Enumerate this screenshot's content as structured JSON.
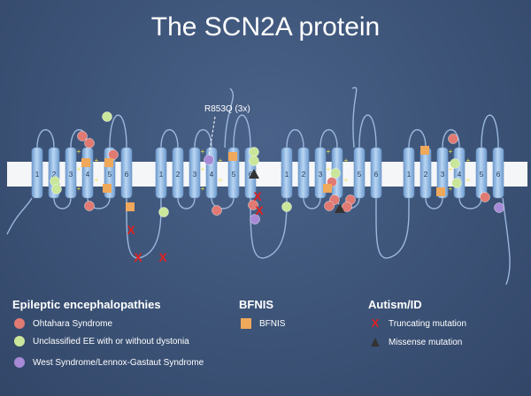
{
  "title": "The SCN2A protein",
  "annotation": {
    "label": "R853Q (3x)"
  },
  "domains": [
    {
      "segments": [
        "1",
        "2",
        "3",
        "4",
        "5",
        "6"
      ]
    },
    {
      "segments": [
        "1",
        "2",
        "3",
        "4",
        "5",
        "6"
      ]
    },
    {
      "segments": [
        "1",
        "2",
        "3",
        "4",
        "5",
        "6"
      ]
    },
    {
      "segments": [
        "1",
        "2",
        "3",
        "4",
        "5",
        "6"
      ]
    }
  ],
  "charge_symbol": "+",
  "truncation_symbol": "X",
  "legend": {
    "epileptic": {
      "heading": "Epileptic encephalopathies",
      "items": [
        {
          "label": "Ohtahara Syndrome",
          "color": "#e07a73"
        },
        {
          "label": "Unclassified EE with or without dystonia",
          "color": "#c9e69a"
        },
        {
          "label": "West Syndrome/Lennox-Gastaut Syndrome",
          "color": "#a78ad6"
        }
      ]
    },
    "bfnis": {
      "heading": "BFNIS",
      "items": [
        {
          "label": "BFNIS",
          "color": "#f0a85a"
        }
      ]
    },
    "autism": {
      "heading": "Autism/ID",
      "items": [
        {
          "label": "Truncating mutation",
          "color": "#e02020"
        },
        {
          "label": "Missense mutation",
          "color": "#333333"
        }
      ]
    }
  },
  "colors": {
    "background": "#3c5377",
    "helix": "#9ec3ea",
    "membrane": "#ffffff",
    "line": "#9bb7de",
    "ohtahara": "#e07a73",
    "unclassified": "#c9e69a",
    "west": "#a78ad6",
    "bfnis": "#f0a85a",
    "truncating": "#e02020"
  }
}
